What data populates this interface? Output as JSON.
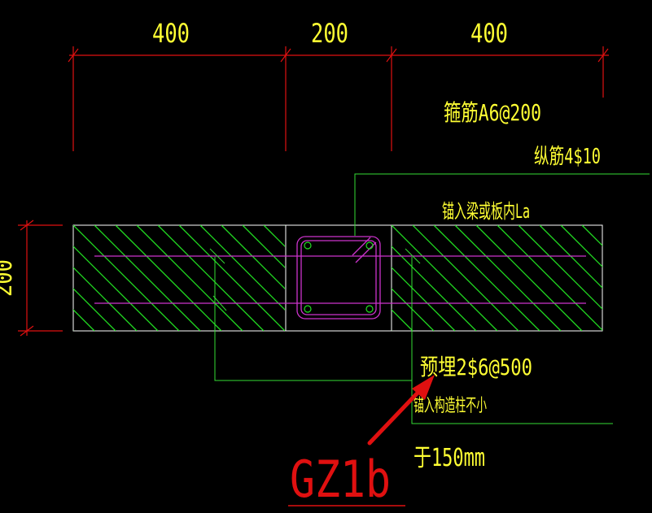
{
  "dimensions": {
    "top": [
      "400",
      "200",
      "400"
    ],
    "left": "200"
  },
  "annotations": {
    "stirrup": "箍筋A6@200",
    "longitudinal": "纵筋4$10",
    "anchor_beam": "锚入梁或板内La",
    "embedded": "预埋2$6@500",
    "anchor_column": "锚入构造柱不小",
    "length": "于150mm",
    "label": "GZ1b"
  },
  "colors": {
    "background": "#000000",
    "dimension": "#e01010",
    "text": "#ffff33",
    "outline": "#ffffff",
    "hatch": "#22dd22",
    "rebar": "#cc33cc",
    "leader": "#33dd33",
    "arrow": "#e01010"
  }
}
